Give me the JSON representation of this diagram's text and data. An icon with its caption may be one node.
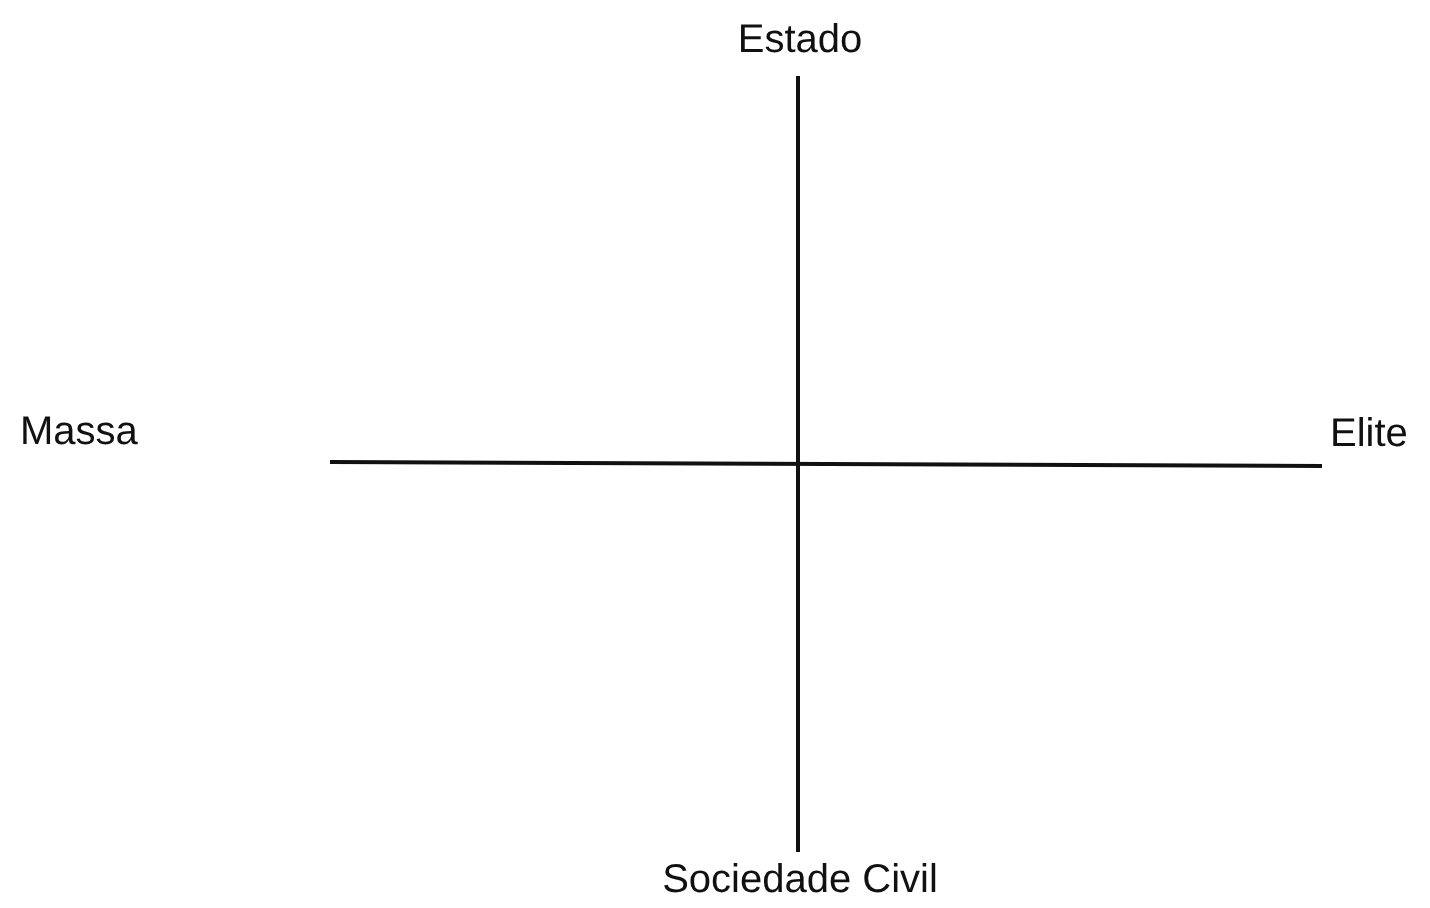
{
  "diagram": {
    "labels": [
      "Estado",
      "Massa",
      "Elite",
      "Sociedade Civil"
    ]
  }
}
